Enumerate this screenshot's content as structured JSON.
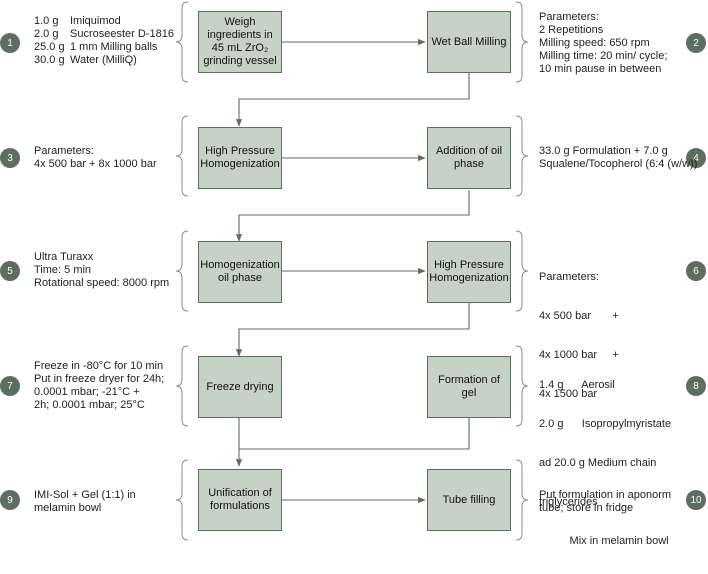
{
  "steps": [
    {
      "id": 1,
      "ingredients": [
        {
          "amount": "1.0 g",
          "name": "Imiquimod"
        },
        {
          "amount": "2.0 g",
          "name": "Sucroseester D-1816"
        },
        {
          "amount": "25.0 g",
          "name": "1 mm Milling balls"
        },
        {
          "amount": "30.0 g",
          "name": "Water (MilliQ)"
        }
      ]
    },
    {
      "id": 2,
      "lines": [
        "Parameters:",
        "2 Repetitions",
        "Milling speed: 650 rpm",
        "Milling time: 20 min/ cycle;",
        "10 min pause in between"
      ]
    },
    {
      "id": 3,
      "lines": [
        "Parameters:",
        "4x 500 bar + 8x 1000 bar"
      ]
    },
    {
      "id": 4,
      "lines": [
        "33.0 g Formulation + 7.0 g",
        "Squalene/Tocopherol (6:4 (w/w))"
      ]
    },
    {
      "id": 5,
      "lines": [
        "Ultra Turaxx",
        "Time: 5 min",
        "Rotational speed: 8000 rpm"
      ]
    },
    {
      "id": 6,
      "lines": [
        "Parameters:",
        "4x 500 bar       +",
        "4x 1000 bar     +",
        "4x 1500 bar"
      ]
    },
    {
      "id": 7,
      "lines": [
        "Freeze in -80°C for 10 min",
        "Put in freeze dryer for 24h;",
        "0.0001 mbar; -21°C +",
        "2h; 0.0001 mbar; 25°C"
      ]
    },
    {
      "id": 8,
      "lines": [
        "1.4 g      Aerosil",
        "2.0 g      Isopropylmyristate",
        "ad 20.0 g Medium chain",
        "triglycerides",
        "          Mix in melamin bowl"
      ]
    },
    {
      "id": 9,
      "lines": [
        "IMI-Sol + Gel (1:1) in",
        "melamin bowl"
      ]
    },
    {
      "id": 10,
      "lines": [
        "Put formulation in aponorm",
        "tube; store in fridge"
      ]
    }
  ],
  "boxes": {
    "weigh": "Weigh ingredients in 45 mL ZrO₂ grinding vessel",
    "wet_milling": "Wet Ball Milling",
    "hp_homog_1": "High Pressure Homogenization",
    "oil_addition": "Addition of oil phase",
    "homog_oil": "Homogenization oil phase",
    "hp_homog_2": "High Pressure Homogenization",
    "freeze_drying": "Freeze drying",
    "gel": "Formation of gel",
    "unification": "Unification of formulations",
    "tube": "Tube filling"
  }
}
